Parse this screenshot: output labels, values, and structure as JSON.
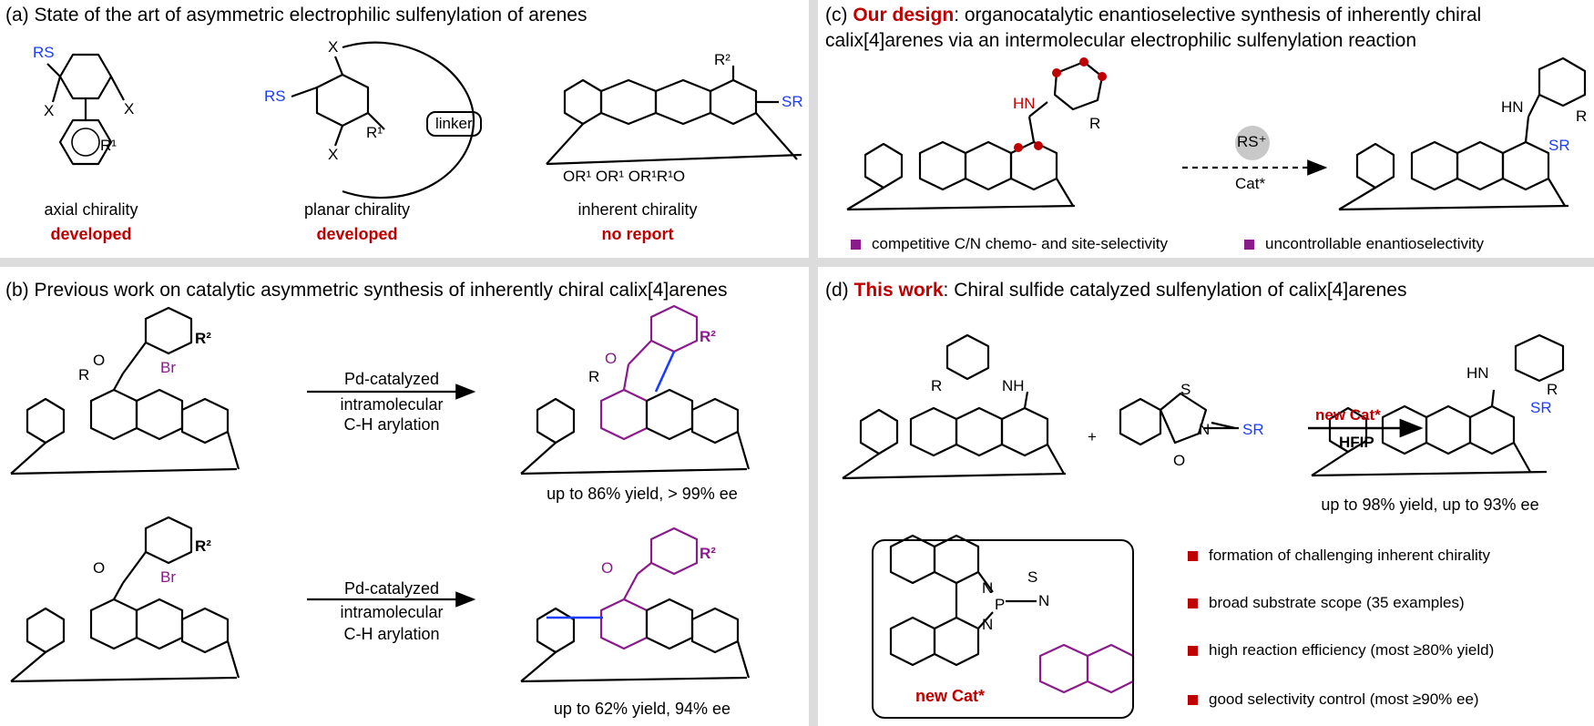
{
  "colors": {
    "accent_red": "#c00000",
    "blue": "#1a3cff",
    "purple": "#8b1a8b",
    "separator": "#dcdcdc"
  },
  "panel_a": {
    "header": "(a) State of the art of asymmetric electrophilic sulfenylation of arenes",
    "items": [
      {
        "type": "axial chirality",
        "status": "developed"
      },
      {
        "type": "planar chirality",
        "status": "developed"
      },
      {
        "type": "inherent chirality",
        "status": "no report"
      }
    ],
    "atoms": {
      "rs": "RS",
      "x": "X",
      "r1": "R¹",
      "r2": "R²",
      "sr": "SR",
      "linker": "linker",
      "or_row": "OR¹  OR¹ OR¹R¹O"
    }
  },
  "panel_b": {
    "header": "(b) Previous work on catalytic asymmetric synthesis of inherently chiral calix[4]arenes",
    "reactions": [
      {
        "conditions": [
          "Pd-catalyzed",
          "intramolecular",
          "C-H arylation"
        ],
        "result": "up to 86% yield, > 99% ee"
      },
      {
        "conditions": [
          "Pd-catalyzed",
          "intramolecular",
          "C-H arylation"
        ],
        "result": "up to 62% yield, 94% ee"
      }
    ],
    "atoms": {
      "o": "O",
      "r": "R",
      "r2": "R²",
      "br": "Br"
    }
  },
  "panel_c": {
    "header_highlight": "Our design",
    "header_rest_1": ": organocatalytic enantioselective synthesis of inherently chiral",
    "header_rest_2": "calix[4]arenes via an intermolecular electrophilic sulfenylation reaction",
    "reagent": "RS⁺",
    "catalyst": "Cat*",
    "bullets": [
      "competitive C/N chemo- and site-selectivity",
      "uncontrollable enantioselectivity"
    ],
    "atoms": {
      "hn": "HN",
      "r": "R",
      "sr": "SR"
    }
  },
  "panel_d": {
    "header_highlight": "This work",
    "header_rest": ": Chiral sulfide catalyzed sulfenylation of calix[4]arenes",
    "plus": "+",
    "reagent_label": "new Cat*",
    "solvent": "HFIP",
    "result": "up to 98% yield, up to 93% ee",
    "catalyst_label": "new Cat*",
    "bullets": [
      "formation of challenging inherent chirality",
      "broad substrate scope (35 examples)",
      "high reaction efficiency (most ≥80% yield)",
      "good selectivity control (most ≥90% ee)"
    ],
    "atoms": {
      "nh": "NH",
      "hn": "HN",
      "r": "R",
      "sr": "SR",
      "s": "S",
      "n": "N",
      "o": "O",
      "p": "P"
    }
  }
}
